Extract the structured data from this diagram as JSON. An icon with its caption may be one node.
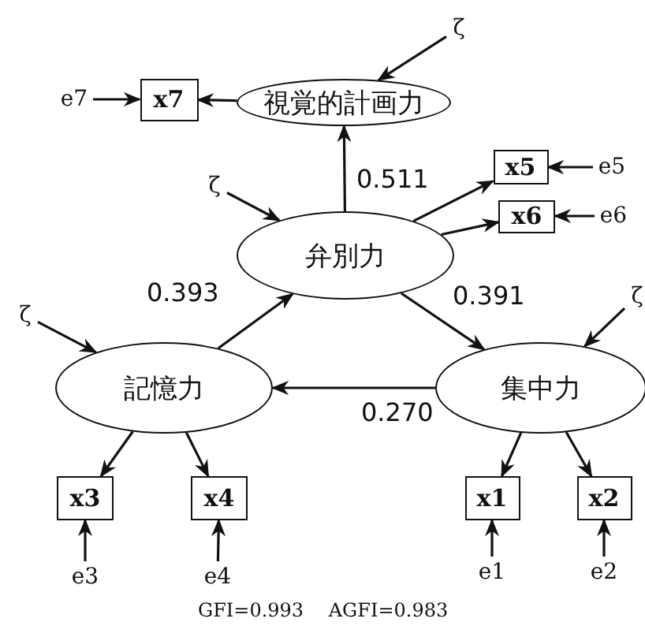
{
  "diagram": {
    "caption": "GFI=0.993 AGFI=0.983",
    "nodes": [
      {
        "text": [
          "視覚的計画力"
        ]
      },
      {
        "text": [
          "弁別力"
        ]
      },
      {
        "text": [
          "記憶力"
        ]
      },
      {
        "text": [
          "集中力"
        ]
      },
      {
        "text": [
          "x7"
        ]
      },
      {
        "text": [
          "x5"
        ]
      },
      {
        "text": [
          "x6"
        ]
      },
      {
        "text": [
          "x3"
        ]
      },
      {
        "text": [
          "x4"
        ]
      },
      {
        "text": [
          "x1"
        ]
      },
      {
        "text": [
          "x2"
        ]
      },
      {
        "text": [
          "e7"
        ]
      },
      {
        "text": [
          "e5"
        ]
      },
      {
        "text": [
          "e6"
        ]
      },
      {
        "text": [
          "e3"
        ]
      },
      {
        "text": [
          "e4"
        ]
      },
      {
        "text": [
          "e1"
        ]
      },
      {
        "text": [
          "e2"
        ]
      },
      {
        "text": [
          "ζ"
        ]
      },
      {
        "text": [
          "ζ"
        ]
      },
      {
        "text": [
          "ζ"
        ]
      },
      {
        "text": [
          "ζ"
        ]
      }
    ],
    "edges": [
      {
        "from": 1,
        "to": 0,
        "arrow": "to",
        "label": "0.511"
      },
      {
        "from": 2,
        "to": 1,
        "arrow": "to",
        "label": "0.393"
      },
      {
        "from": 1,
        "to": 3,
        "arrow": "to",
        "label": "0.391"
      },
      {
        "from": 3,
        "to": 2,
        "arrow": "to",
        "label": "0.270"
      },
      {
        "from": 0,
        "to": 4,
        "arrow": "to"
      },
      {
        "from": 1,
        "to": 5,
        "arrow": "to"
      },
      {
        "from": 1,
        "to": 6,
        "arrow": "to"
      },
      {
        "from": 2,
        "to": 7,
        "arrow": "to"
      },
      {
        "from": 2,
        "to": 8,
        "arrow": "to"
      },
      {
        "from": 3,
        "to": 9,
        "arrow": "to"
      },
      {
        "from": 3,
        "to": 10,
        "arrow": "to"
      },
      {
        "from": 11,
        "to": 4,
        "arrow": "to"
      },
      {
        "from": 12,
        "to": 5,
        "arrow": "to"
      },
      {
        "from": 13,
        "to": 6,
        "arrow": "to"
      },
      {
        "from": 14,
        "to": 7,
        "arrow": "to"
      },
      {
        "from": 15,
        "to": 8,
        "arrow": "to"
      },
      {
        "from": 16,
        "to": 9,
        "arrow": "to"
      },
      {
        "from": 17,
        "to": 10,
        "arrow": "to"
      },
      {
        "from": 18,
        "to": 0,
        "arrow": "to"
      },
      {
        "from": 19,
        "to": 1,
        "arrow": "to"
      },
      {
        "from": 20,
        "to": 2,
        "arrow": "to"
      },
      {
        "from": 21,
        "to": 3,
        "arrow": "to"
      }
    ]
  }
}
